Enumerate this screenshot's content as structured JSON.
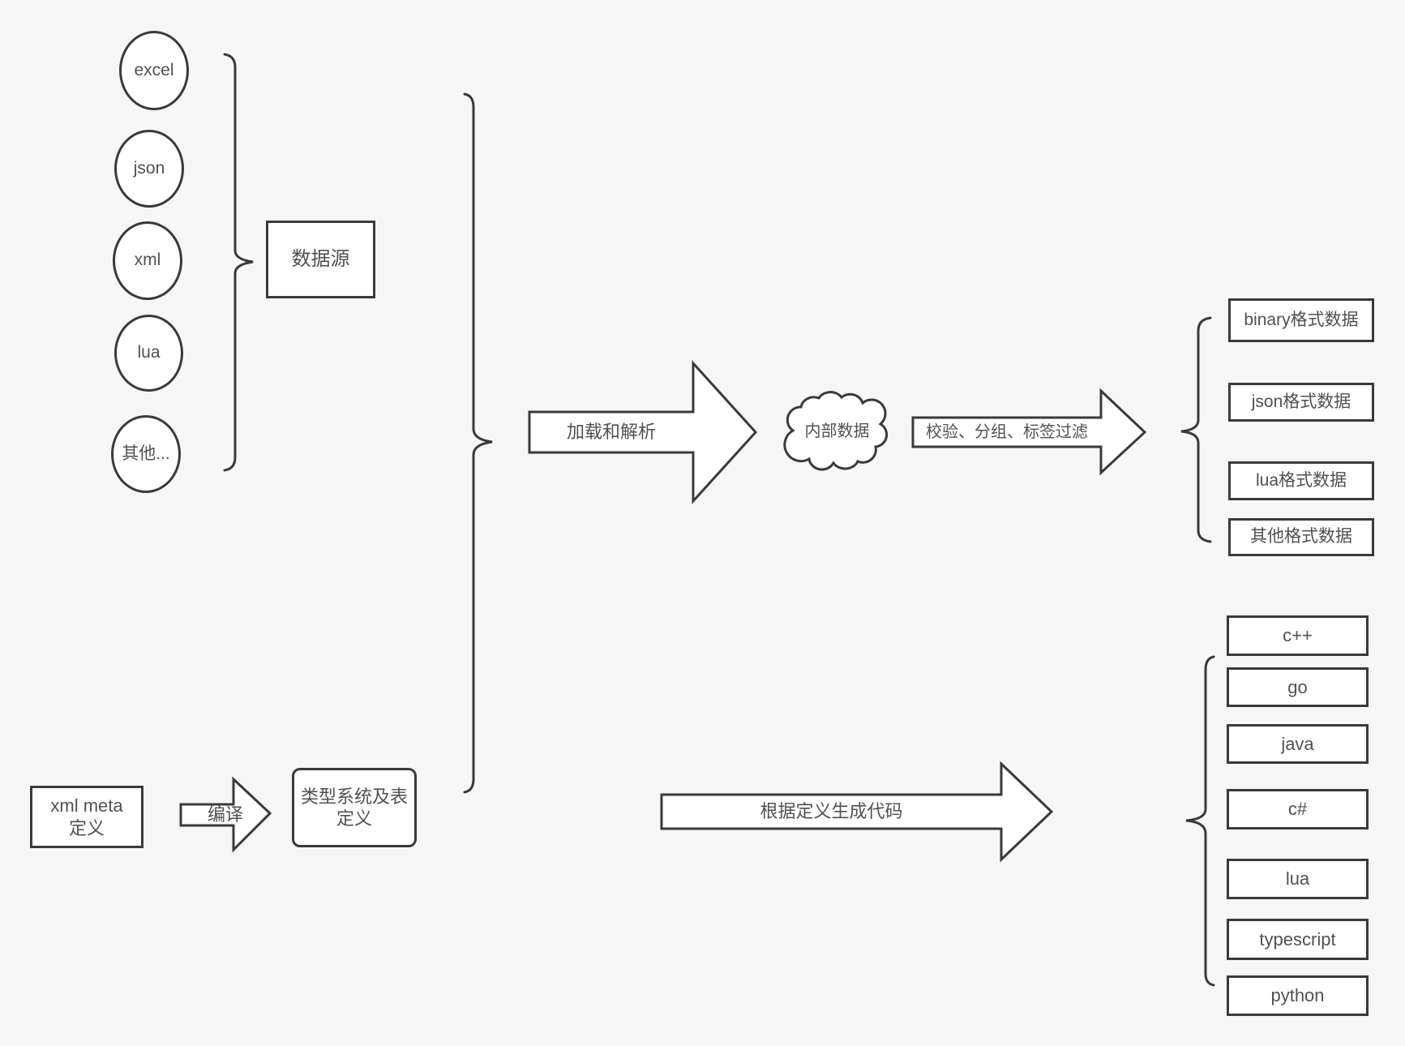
{
  "style": {
    "background": "#f6f6f6",
    "stroke_color": "#3a3a3a",
    "text_color": "#515151",
    "shape_fill": "#ffffff"
  },
  "sources": {
    "nodes": [
      {
        "label": "excel"
      },
      {
        "label": "json"
      },
      {
        "label": "xml"
      },
      {
        "label": "lua"
      },
      {
        "label": "其他..."
      }
    ],
    "group_label": "数据源"
  },
  "pipeline": {
    "load_arrow_label": "加载和解析",
    "cloud_label": "内部数据",
    "filter_arrow_label": "校验、分组、标签过滤"
  },
  "outputs": {
    "formats": [
      {
        "label": "binary格式数据"
      },
      {
        "label": "json格式数据"
      },
      {
        "label": "lua格式数据"
      },
      {
        "label": "其他格式数据"
      }
    ]
  },
  "definition": {
    "meta_box_label": "xml meta定义",
    "compile_arrow_label": "编译",
    "type_system_box_label": "类型系统及表定义",
    "codegen_arrow_label": "根据定义生成代码"
  },
  "languages": {
    "items": [
      {
        "label": "c++"
      },
      {
        "label": "go"
      },
      {
        "label": "java"
      },
      {
        "label": "c#"
      },
      {
        "label": "lua"
      },
      {
        "label": "typescript"
      },
      {
        "label": "python"
      }
    ]
  }
}
